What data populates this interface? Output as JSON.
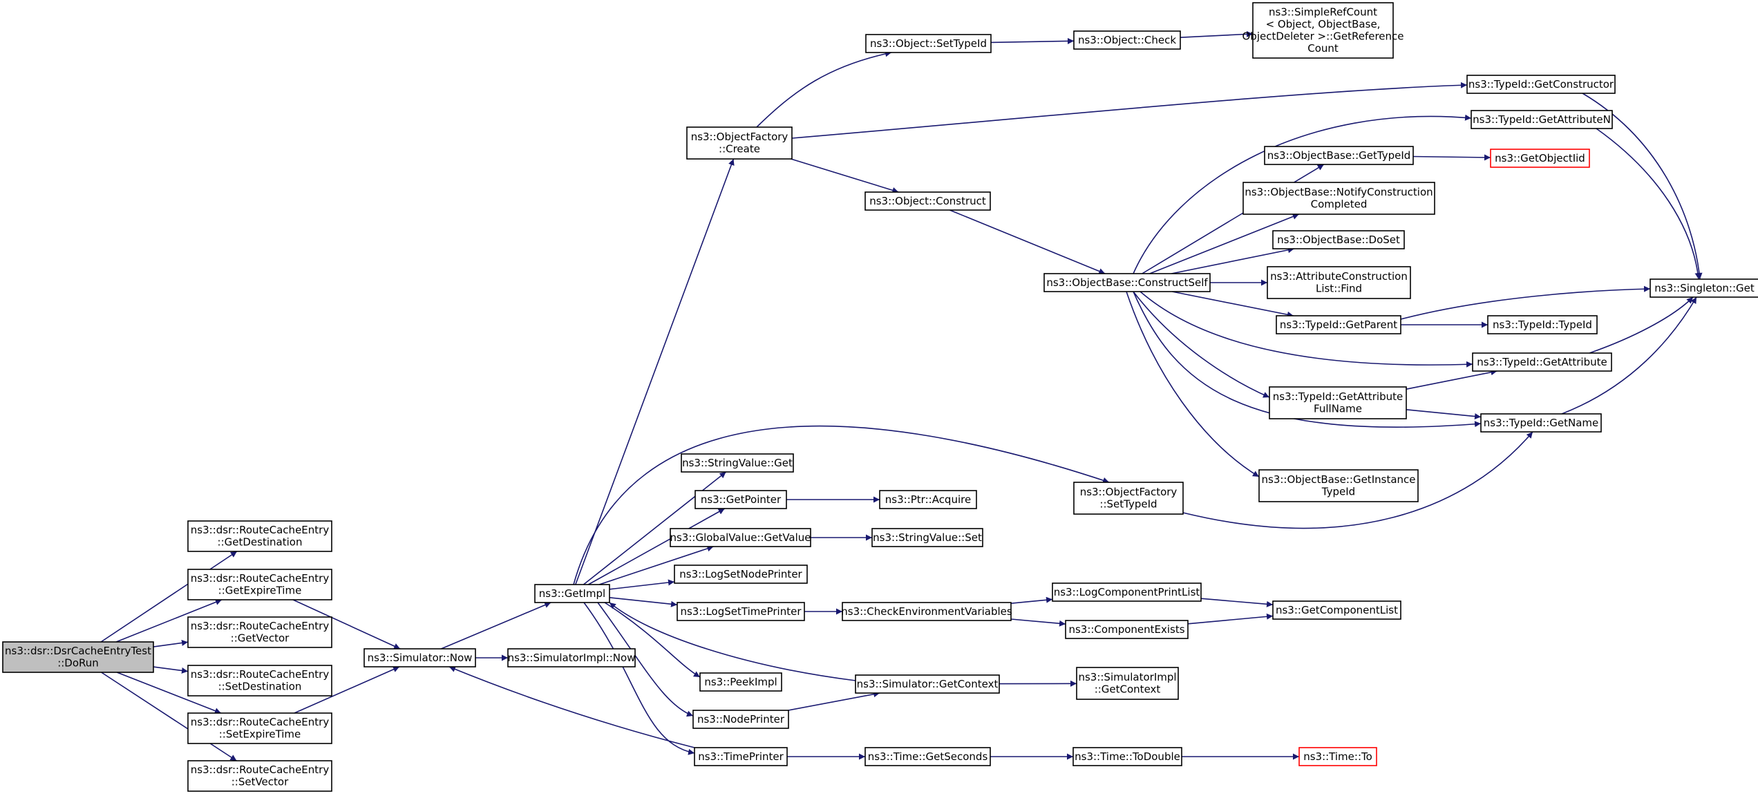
{
  "colors": {
    "edge": "#191970",
    "node_border": "#000000",
    "node_border_highlight": "#ff0000",
    "root_fill": "#bfbfbf",
    "node_fill": "#ffffff",
    "text": "#000000"
  },
  "nodes": [
    {
      "id": "dorun",
      "lines": [
        "ns3::dsr::DsrCacheEntryTest",
        "::DoRun"
      ],
      "root": true
    },
    {
      "id": "getdest",
      "lines": [
        "ns3::dsr::RouteCacheEntry",
        "::GetDestination"
      ]
    },
    {
      "id": "getexpire",
      "lines": [
        "ns3::dsr::RouteCacheEntry",
        "::GetExpireTime"
      ]
    },
    {
      "id": "getvector",
      "lines": [
        "ns3::dsr::RouteCacheEntry",
        "::GetVector"
      ]
    },
    {
      "id": "setdest",
      "lines": [
        "ns3::dsr::RouteCacheEntry",
        "::SetDestination"
      ]
    },
    {
      "id": "setexpire",
      "lines": [
        "ns3::dsr::RouteCacheEntry",
        "::SetExpireTime"
      ]
    },
    {
      "id": "setvector",
      "lines": [
        "ns3::dsr::RouteCacheEntry",
        "::SetVector"
      ]
    },
    {
      "id": "simnow",
      "lines": [
        "ns3::Simulator::Now"
      ]
    },
    {
      "id": "simimplnow",
      "lines": [
        "ns3::SimulatorImpl::Now"
      ]
    },
    {
      "id": "getimpl",
      "lines": [
        "ns3::GetImpl"
      ]
    },
    {
      "id": "ofcreate",
      "lines": [
        "ns3::ObjectFactory",
        "::Create"
      ]
    },
    {
      "id": "stringget",
      "lines": [
        "ns3::StringValue::Get"
      ]
    },
    {
      "id": "getpointer",
      "lines": [
        "ns3::GetPointer"
      ]
    },
    {
      "id": "gvgetvalue",
      "lines": [
        "ns3::GlobalValue::GetValue"
      ]
    },
    {
      "id": "logsetnode",
      "lines": [
        "ns3::LogSetNodePrinter"
      ]
    },
    {
      "id": "logsettime",
      "lines": [
        "ns3::LogSetTimePrinter"
      ]
    },
    {
      "id": "peekimpl",
      "lines": [
        "ns3::PeekImpl"
      ]
    },
    {
      "id": "nodeprinter",
      "lines": [
        "ns3::NodePrinter"
      ]
    },
    {
      "id": "timeprinter",
      "lines": [
        "ns3::TimePrinter"
      ]
    },
    {
      "id": "objsettypeid",
      "lines": [
        "ns3::Object::SetTypeId"
      ]
    },
    {
      "id": "objconstruct",
      "lines": [
        "ns3::Object::Construct"
      ]
    },
    {
      "id": "ofsettypeid",
      "lines": [
        "ns3::ObjectFactory",
        "::SetTypeId"
      ]
    },
    {
      "id": "ptracquire",
      "lines": [
        "ns3::Ptr::Acquire"
      ]
    },
    {
      "id": "stringset",
      "lines": [
        "ns3::StringValue::Set"
      ]
    },
    {
      "id": "checkenv",
      "lines": [
        "ns3::CheckEnvironmentVariables"
      ]
    },
    {
      "id": "simgetctx",
      "lines": [
        "ns3::Simulator::GetContext"
      ]
    },
    {
      "id": "timegetsec",
      "lines": [
        "ns3::Time::GetSeconds"
      ]
    },
    {
      "id": "objcheck",
      "lines": [
        "ns3::Object::Check"
      ]
    },
    {
      "id": "obconstructself",
      "lines": [
        "ns3::ObjectBase::ConstructSelf"
      ]
    },
    {
      "id": "logcompprintlist",
      "lines": [
        "ns3::LogComponentPrintList"
      ]
    },
    {
      "id": "compexists",
      "lines": [
        "ns3::ComponentExists"
      ]
    },
    {
      "id": "simimplgetctx",
      "lines": [
        "ns3::SimulatorImpl",
        "::GetContext"
      ]
    },
    {
      "id": "timetodouble",
      "lines": [
        "ns3::Time::ToDouble"
      ]
    },
    {
      "id": "simplerefcount",
      "lines": [
        "ns3::SimpleRefCount",
        "< Object, ObjectBase,",
        " ObjectDeleter >::GetReference",
        "Count"
      ]
    },
    {
      "id": "obgettypeid",
      "lines": [
        "ns3::ObjectBase::GetTypeId"
      ]
    },
    {
      "id": "obnotify",
      "lines": [
        "ns3::ObjectBase::NotifyConstruction",
        "Completed"
      ]
    },
    {
      "id": "obdoset",
      "lines": [
        "ns3::ObjectBase::DoSet"
      ]
    },
    {
      "id": "attrconstfind",
      "lines": [
        "ns3::AttributeConstruction",
        "List::Find"
      ]
    },
    {
      "id": "tidgetparent",
      "lines": [
        "ns3::TypeId::GetParent"
      ]
    },
    {
      "id": "tidgetattrfull",
      "lines": [
        "ns3::TypeId::GetAttribute",
        "FullName"
      ]
    },
    {
      "id": "obgetinst",
      "lines": [
        "ns3::ObjectBase::GetInstance",
        "TypeId"
      ]
    },
    {
      "id": "getcomplist",
      "lines": [
        "ns3::GetComponentList"
      ]
    },
    {
      "id": "timeto",
      "lines": [
        "ns3::Time::To"
      ],
      "highlight": true
    },
    {
      "id": "tidgetctor",
      "lines": [
        "ns3::TypeId::GetConstructor"
      ]
    },
    {
      "id": "tidgetattrn",
      "lines": [
        "ns3::TypeId::GetAttributeN"
      ]
    },
    {
      "id": "getobjectiid",
      "lines": [
        "ns3::GetObjectIid"
      ],
      "highlight": true
    },
    {
      "id": "tidtypeid",
      "lines": [
        "ns3::TypeId::TypeId"
      ]
    },
    {
      "id": "tidgetattr",
      "lines": [
        "ns3::TypeId::GetAttribute"
      ]
    },
    {
      "id": "tidgetname",
      "lines": [
        "ns3::TypeId::GetName"
      ]
    },
    {
      "id": "singletonget",
      "lines": [
        "ns3::Singleton::Get"
      ]
    }
  ],
  "edges": [
    [
      "dorun",
      "getdest"
    ],
    [
      "dorun",
      "getexpire"
    ],
    [
      "dorun",
      "getvector"
    ],
    [
      "dorun",
      "setdest"
    ],
    [
      "dorun",
      "setexpire"
    ],
    [
      "dorun",
      "setvector"
    ],
    [
      "getexpire",
      "simnow"
    ],
    [
      "setexpire",
      "simnow"
    ],
    [
      "simnow",
      "simimplnow"
    ],
    [
      "simnow",
      "getimpl"
    ],
    [
      "getimpl",
      "ofcreate"
    ],
    [
      "getimpl",
      "ofsettypeid"
    ],
    [
      "getimpl",
      "stringget"
    ],
    [
      "getimpl",
      "getpointer"
    ],
    [
      "getimpl",
      "gvgetvalue"
    ],
    [
      "getimpl",
      "logsetnode"
    ],
    [
      "getimpl",
      "logsettime"
    ],
    [
      "getimpl",
      "peekimpl"
    ],
    [
      "getimpl",
      "nodeprinter"
    ],
    [
      "getimpl",
      "timeprinter"
    ],
    [
      "simgetctx",
      "getimpl"
    ],
    [
      "timeprinter",
      "simnow"
    ],
    [
      "ofcreate",
      "objsettypeid"
    ],
    [
      "ofcreate",
      "tidgetctor"
    ],
    [
      "ofcreate",
      "objconstruct"
    ],
    [
      "objsettypeid",
      "objcheck"
    ],
    [
      "objcheck",
      "simplerefcount"
    ],
    [
      "objconstruct",
      "obconstructself"
    ],
    [
      "obconstructself",
      "tidgetattrn"
    ],
    [
      "obconstructself",
      "obgettypeid"
    ],
    [
      "obconstructself",
      "obnotify"
    ],
    [
      "obconstructself",
      "obdoset"
    ],
    [
      "obconstructself",
      "attrconstfind"
    ],
    [
      "obconstructself",
      "tidgetparent"
    ],
    [
      "obconstructself",
      "tidgetattr"
    ],
    [
      "obconstructself",
      "tidgetattrfull"
    ],
    [
      "obconstructself",
      "tidgetname"
    ],
    [
      "obconstructself",
      "obgetinst"
    ],
    [
      "obgettypeid",
      "getobjectiid"
    ],
    [
      "tidgetparent",
      "singletonget"
    ],
    [
      "tidgetparent",
      "tidtypeid"
    ],
    [
      "tidgetattrfull",
      "tidgetattr"
    ],
    [
      "tidgetattrfull",
      "tidgetname"
    ],
    [
      "tidgetctor",
      "singletonget"
    ],
    [
      "tidgetattrn",
      "singletonget"
    ],
    [
      "tidgetattr",
      "singletonget"
    ],
    [
      "tidgetname",
      "singletonget"
    ],
    [
      "ofsettypeid",
      "tidgetname"
    ],
    [
      "getpointer",
      "ptracquire"
    ],
    [
      "gvgetvalue",
      "stringset"
    ],
    [
      "logsettime",
      "checkenv"
    ],
    [
      "checkenv",
      "logcompprintlist"
    ],
    [
      "checkenv",
      "compexists"
    ],
    [
      "logcompprintlist",
      "getcomplist"
    ],
    [
      "compexists",
      "getcomplist"
    ],
    [
      "nodeprinter",
      "simgetctx"
    ],
    [
      "simgetctx",
      "simimplgetctx"
    ],
    [
      "timeprinter",
      "timegetsec"
    ],
    [
      "timegetsec",
      "timetodouble"
    ],
    [
      "timetodouble",
      "timeto"
    ]
  ]
}
